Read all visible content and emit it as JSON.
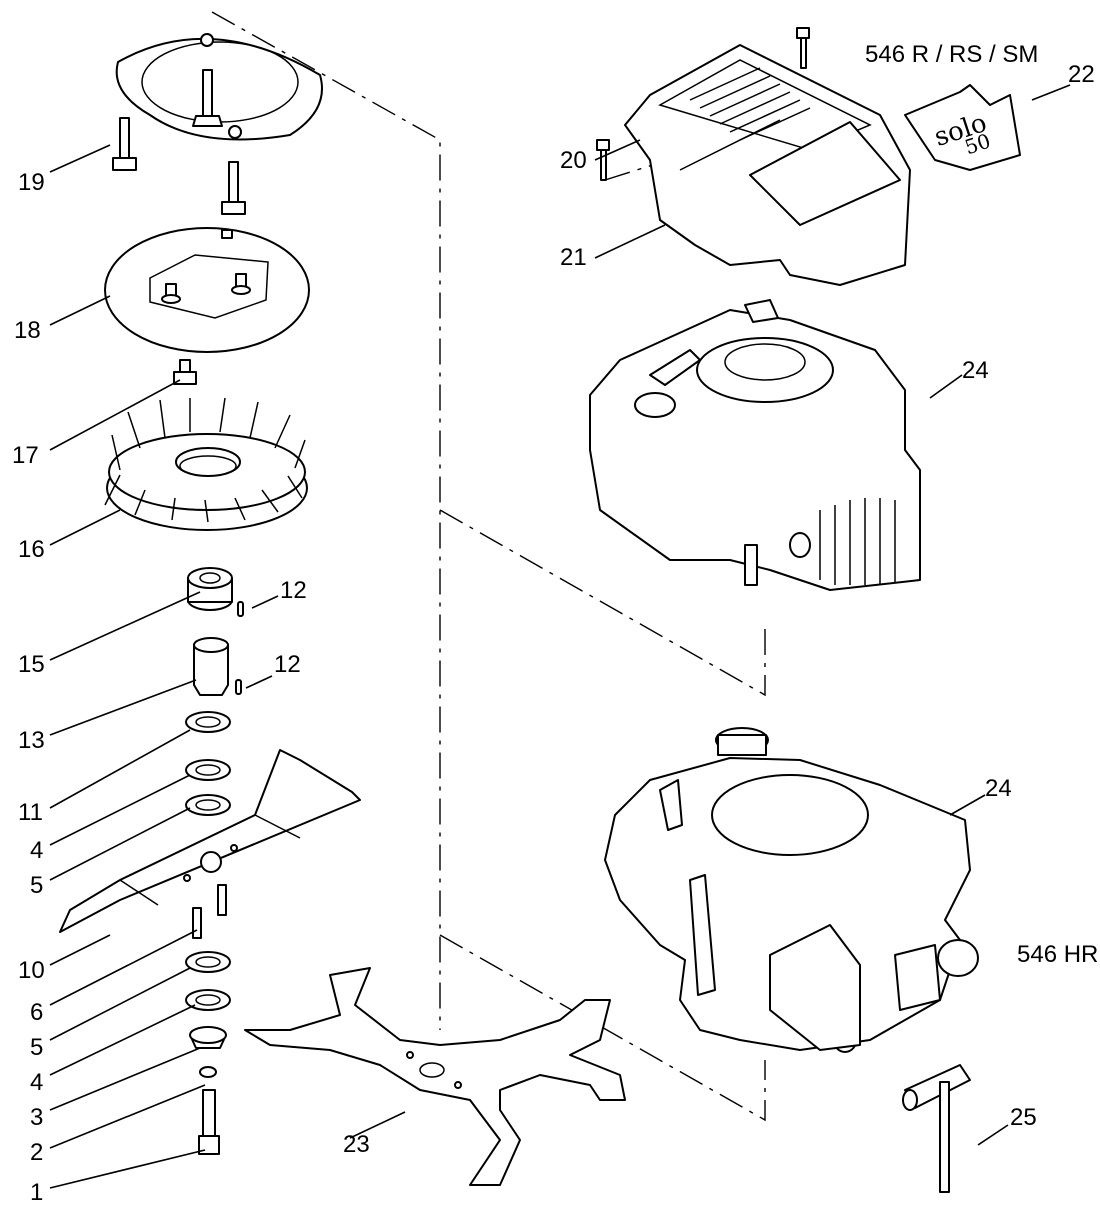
{
  "models": {
    "top": "546 R / RS / SM",
    "bottom": "546 HR"
  },
  "sticker": {
    "brand": "solo",
    "number": "50"
  },
  "callouts": {
    "c1": "1",
    "c2": "2",
    "c3": "3",
    "c4a": "4",
    "c4b": "4",
    "c5a": "5",
    "c5b": "5",
    "c6": "6",
    "c10": "10",
    "c11": "11",
    "c12a": "12",
    "c12b": "12",
    "c13": "13",
    "c15": "15",
    "c16": "16",
    "c17": "17",
    "c18": "18",
    "c19": "19",
    "c20": "20",
    "c21": "21",
    "c22": "22",
    "c23": "23",
    "c24a": "24",
    "c24b": "24",
    "c25": "25"
  }
}
